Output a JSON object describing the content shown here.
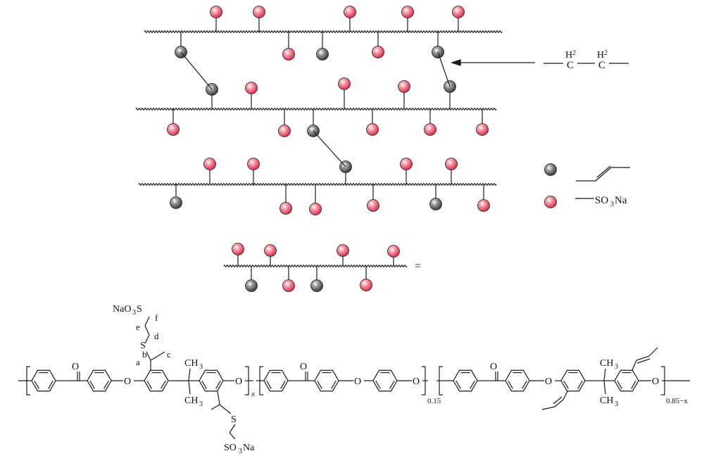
{
  "legend": {
    "bridge_h_left": "H",
    "bridge_h_right": "H",
    "bridge_sub": "2",
    "bridge_c_left": "C",
    "bridge_c_right": "C",
    "so3na_label_parts": [
      "SO",
      "3",
      "Na"
    ]
  },
  "chain_eq": "=",
  "sidechain": {
    "head": "NaO",
    "head_sub": "3",
    "head_s": "S",
    "labels": [
      "f",
      "e",
      "d",
      "S",
      "b",
      "c",
      "a"
    ]
  },
  "structure": {
    "o_labels": [
      "O",
      "O",
      "O",
      "O",
      "O",
      "O",
      "O",
      "O",
      "O"
    ],
    "ch3_labels": [
      "CH",
      "CH",
      "CH",
      "CH"
    ],
    "ch3_sub": "3",
    "sub_x": "x",
    "sub_015": "0.15",
    "sub_085": "0.85−x",
    "lower_s": "S",
    "lower_tail": "SO",
    "lower_tail_sub": "3",
    "lower_tail_na": "Na"
  },
  "colors": {
    "red_ball": "#e8425a",
    "grey_ball": "#555555",
    "bond": "#1a1a1a"
  }
}
